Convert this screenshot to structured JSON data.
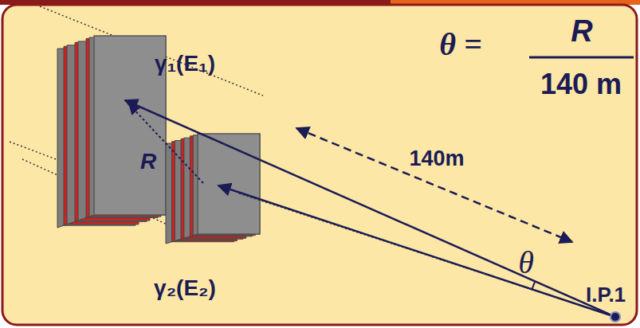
{
  "diagram": {
    "labels": [
      "γ₁(E₁)",
      "θ =",
      "R",
      "140 m",
      "R",
      "140m",
      "θ",
      "γ₂(E₂)",
      "I.P.1"
    ]
  }
}
